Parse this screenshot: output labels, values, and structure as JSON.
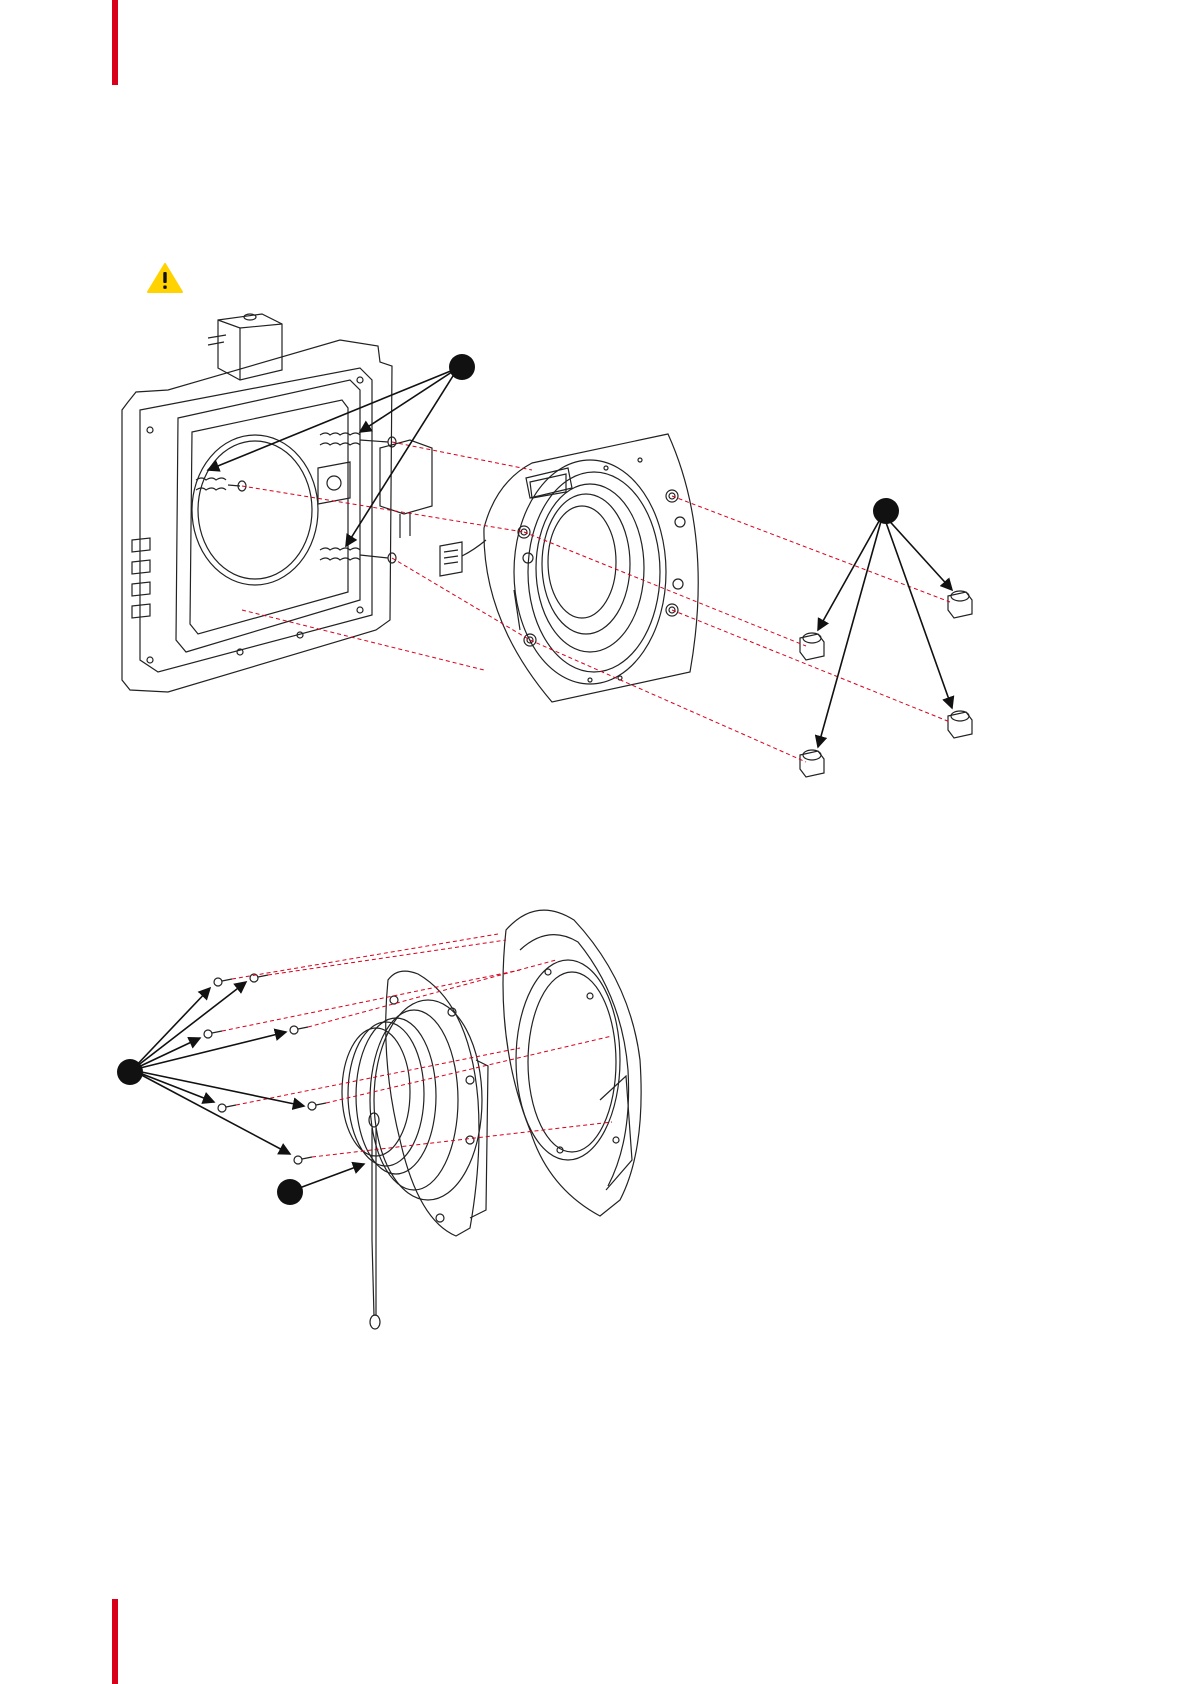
{
  "page": {
    "accent_color": "#d9001b",
    "warning_color": "#ffd200",
    "leader_color": "#d9001b",
    "line_color": "#222222"
  },
  "warning": {
    "icon": "warning-triangle-icon"
  },
  "figure_1": {
    "callouts": [
      {
        "name": "callout-bolts",
        "label": ""
      },
      {
        "name": "callout-nuts",
        "label": ""
      }
    ]
  },
  "figure_2": {
    "callouts": [
      {
        "name": "callout-screws",
        "label": ""
      },
      {
        "name": "callout-ground-strap",
        "label": ""
      }
    ]
  }
}
